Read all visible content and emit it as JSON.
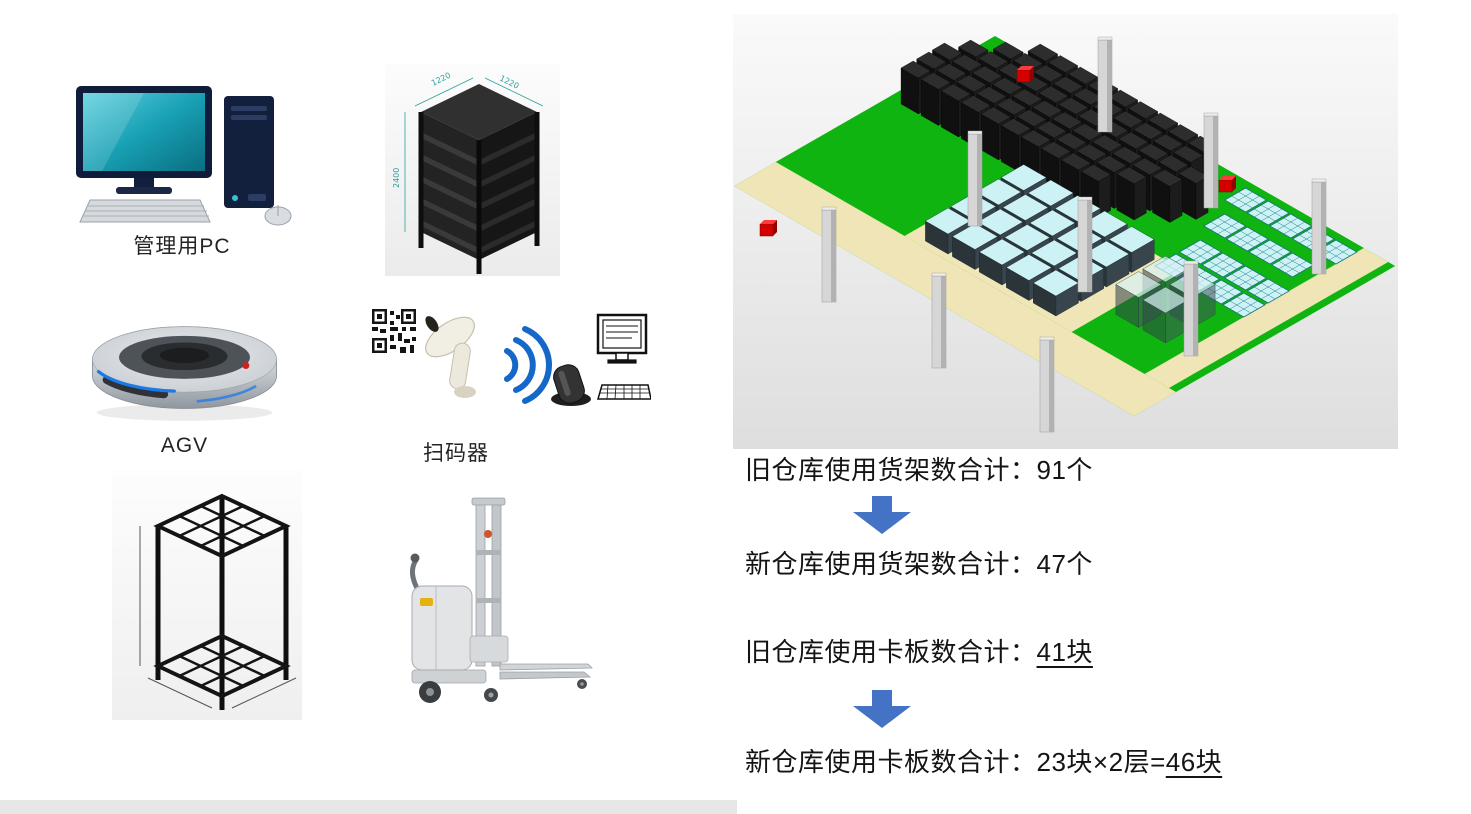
{
  "page": {
    "background": "#ffffff"
  },
  "equipment": {
    "pc_label": "管理用PC",
    "agv_label": "AGV",
    "scanner_label": "扫码器",
    "shelf_dim_width": "1220",
    "shelf_dim_depth": "1220",
    "shelf_dim_height": "2400"
  },
  "summary": {
    "old_shelf_total": "旧仓库使用货架数合计：91个",
    "new_shelf_total": "新仓库使用货架数合计：47个",
    "old_pallet_prefix": "旧仓库使用卡板数合计：",
    "old_pallet_value": "41块",
    "new_pallet_prefix": "新仓库使用卡板数合计：23块×2层=",
    "new_pallet_value": "46块"
  },
  "colors": {
    "arrow_blue": "#4472c4",
    "floor_green": "#10b410",
    "aisle_beige": "#efe5b6",
    "pallet_cyan": "#cdf2f5",
    "dim_teal": "#2e9e9e"
  }
}
